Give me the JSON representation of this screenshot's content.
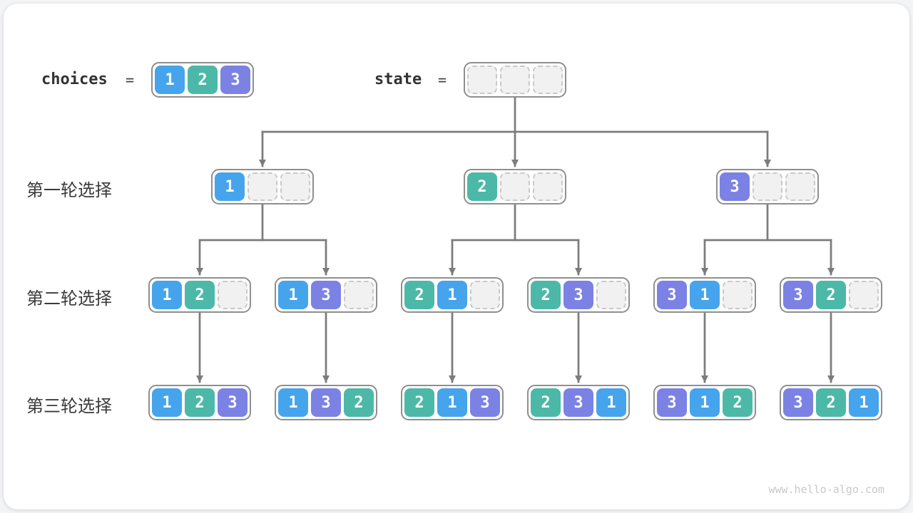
{
  "page": {
    "watermark": "www.hello-algo.com"
  },
  "colors": {
    "1": "#46a4ec",
    "2": "#4cb9a8",
    "3": "#7b82e4",
    "arrow": "#7c7c7c",
    "empty_cell_bg": "#f1f1f2",
    "empty_cell_border": "#c9c9c9"
  },
  "header": {
    "choices_label": "choices",
    "choices_equals": "=",
    "choices_values": [
      1,
      2,
      3
    ],
    "state_label": "state",
    "state_equals": "=",
    "state_slots": [
      null,
      null,
      null
    ]
  },
  "tree": {
    "rows": [
      {
        "label": "第一轮选择",
        "nodes": [
          [
            1,
            null,
            null
          ],
          [
            2,
            null,
            null
          ],
          [
            3,
            null,
            null
          ]
        ]
      },
      {
        "label": "第二轮选择",
        "nodes": [
          [
            1,
            2,
            null
          ],
          [
            1,
            3,
            null
          ],
          [
            2,
            1,
            null
          ],
          [
            2,
            3,
            null
          ],
          [
            3,
            1,
            null
          ],
          [
            3,
            2,
            null
          ]
        ]
      },
      {
        "label": "第三轮选择",
        "nodes": [
          [
            1,
            2,
            3
          ],
          [
            1,
            3,
            2
          ],
          [
            2,
            1,
            3
          ],
          [
            2,
            3,
            1
          ],
          [
            3,
            1,
            2
          ],
          [
            3,
            2,
            1
          ]
        ]
      }
    ]
  }
}
